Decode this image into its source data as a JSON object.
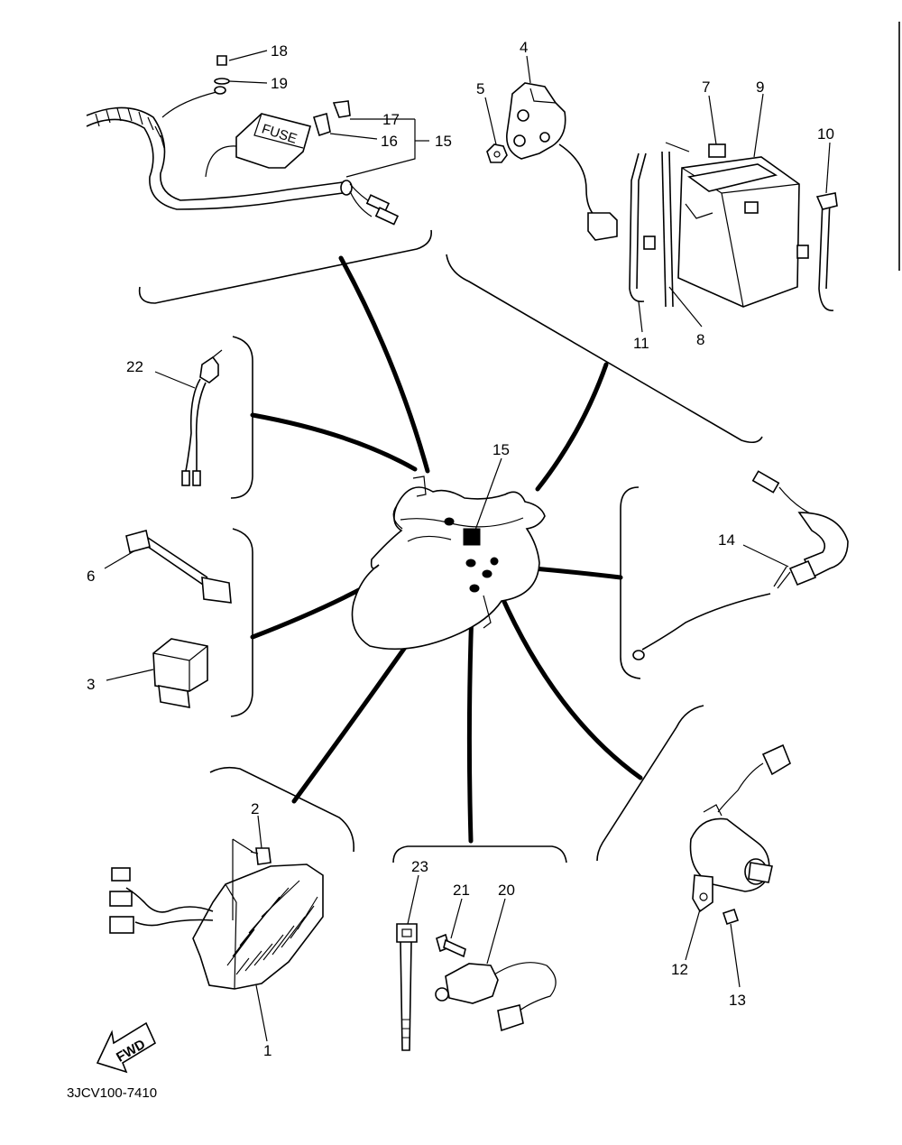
{
  "labels": {
    "p1": "1",
    "p2": "2",
    "p3": "3",
    "p4": "4",
    "p5": "5",
    "p6": "6",
    "p7": "7",
    "p8": "8",
    "p9": "9",
    "p10": "10",
    "p11": "11",
    "p12": "12",
    "p13": "13",
    "p14": "14",
    "p15_top": "15",
    "p15_center": "15",
    "p16": "16",
    "p17": "17",
    "p18": "18",
    "p19": "19",
    "p20": "20",
    "p21": "21",
    "p22": "22",
    "p23": "23"
  },
  "fuse_text": "FUSE",
  "fwd_text": "FWD",
  "drawing_code": "3JCV100-7410"
}
